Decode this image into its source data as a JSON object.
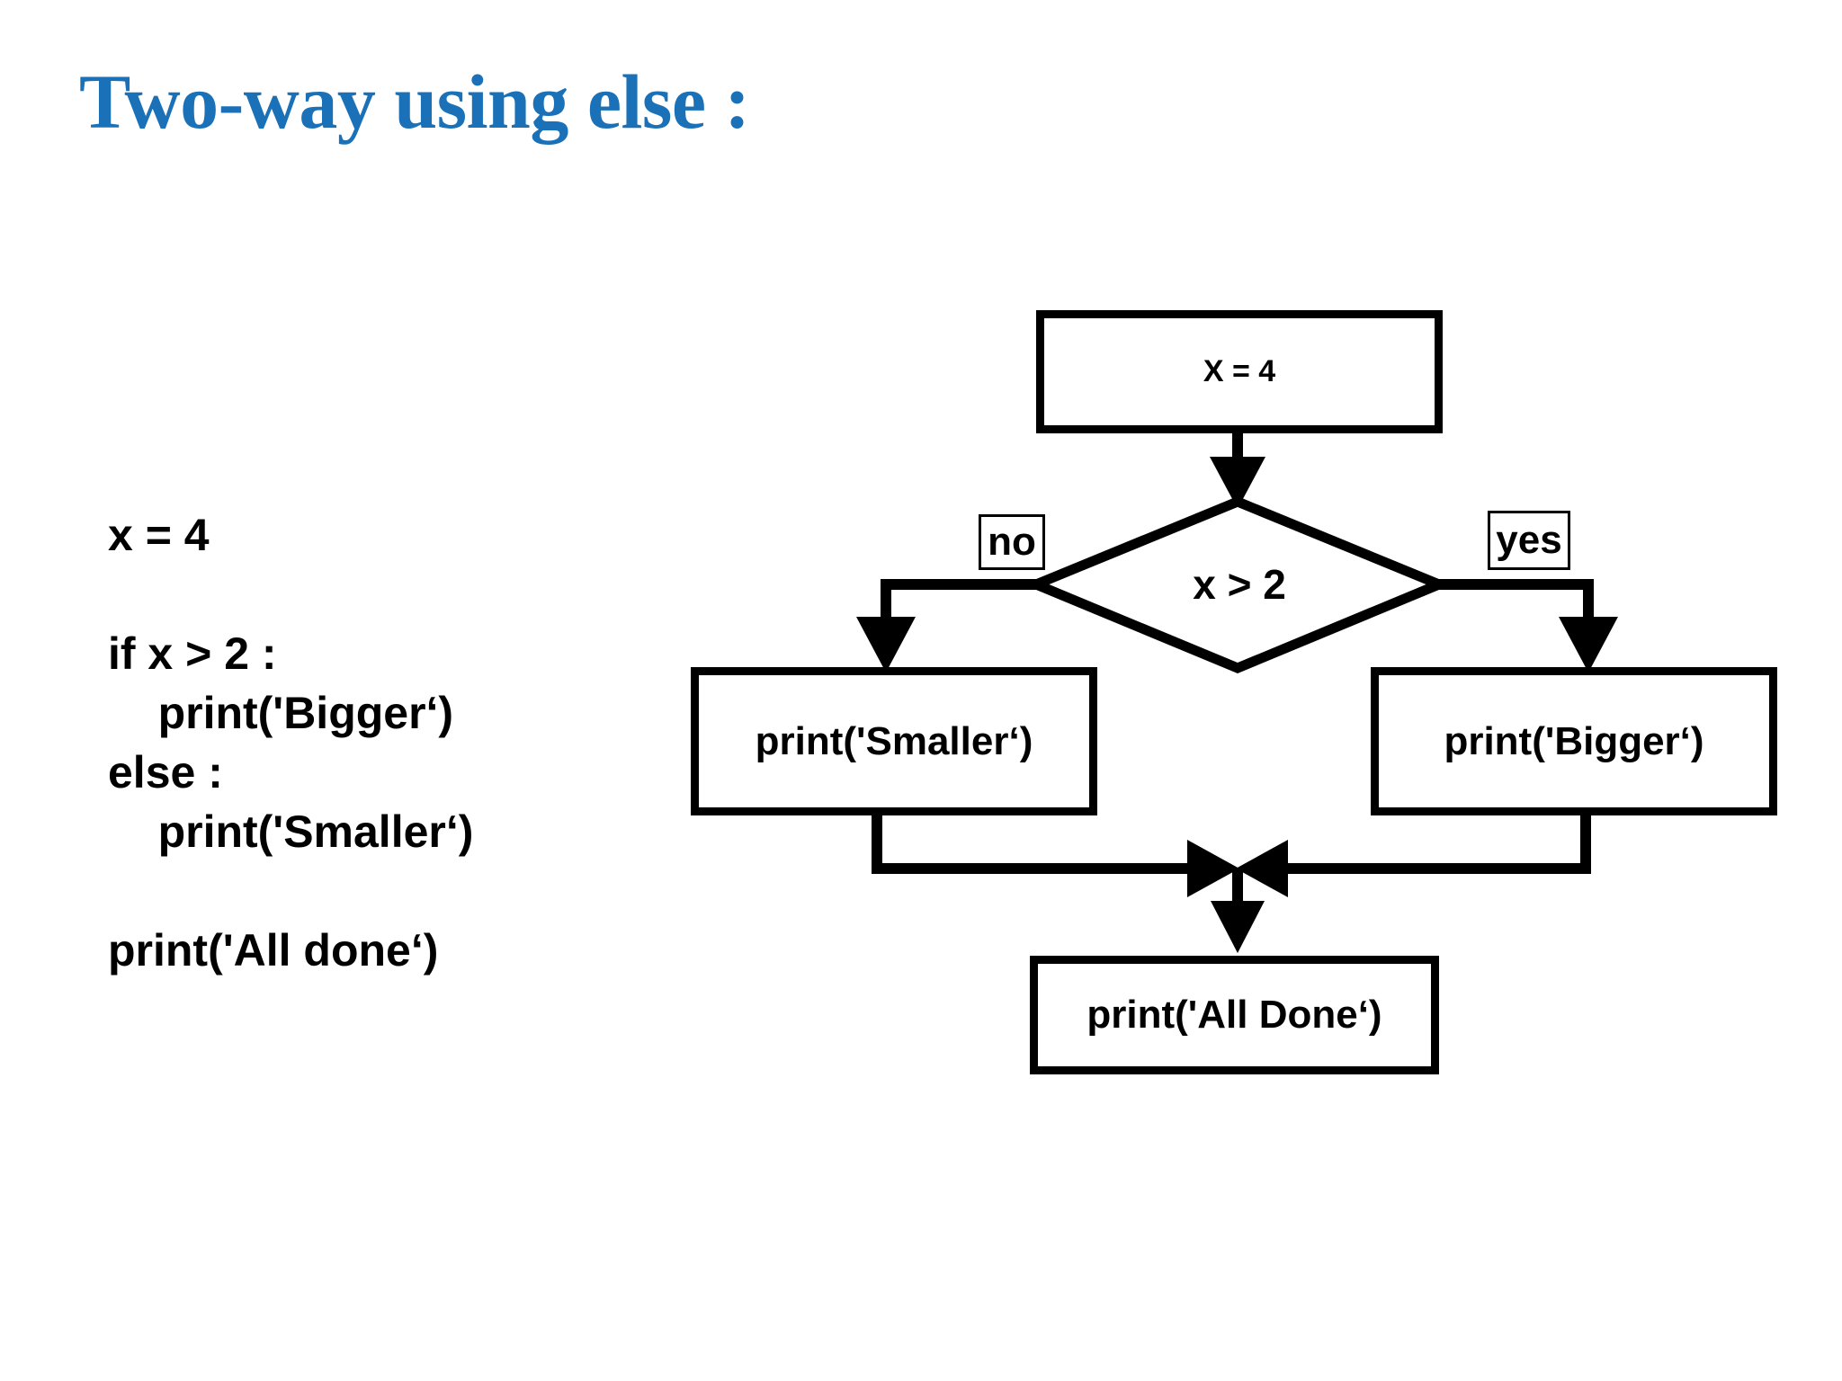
{
  "slide": {
    "title": "Two-way using else :",
    "title_color": "#1a71b8",
    "background_color": "#ffffff",
    "text_color": "#000000"
  },
  "code_block": {
    "lines": [
      "x = 4",
      "",
      "if x > 2 :",
      "    print('Bigger‘)",
      "else :",
      "    print('Smaller‘)",
      "",
      "print('All done‘)"
    ]
  },
  "flowchart": {
    "nodes": {
      "assign": "X = 4",
      "decision": "x > 2",
      "smaller": "print('Smaller‘)",
      "bigger": "print('Bigger‘)",
      "alldone": "print('All Done‘)"
    },
    "branch_labels": {
      "no": "no",
      "yes": "yes"
    }
  }
}
